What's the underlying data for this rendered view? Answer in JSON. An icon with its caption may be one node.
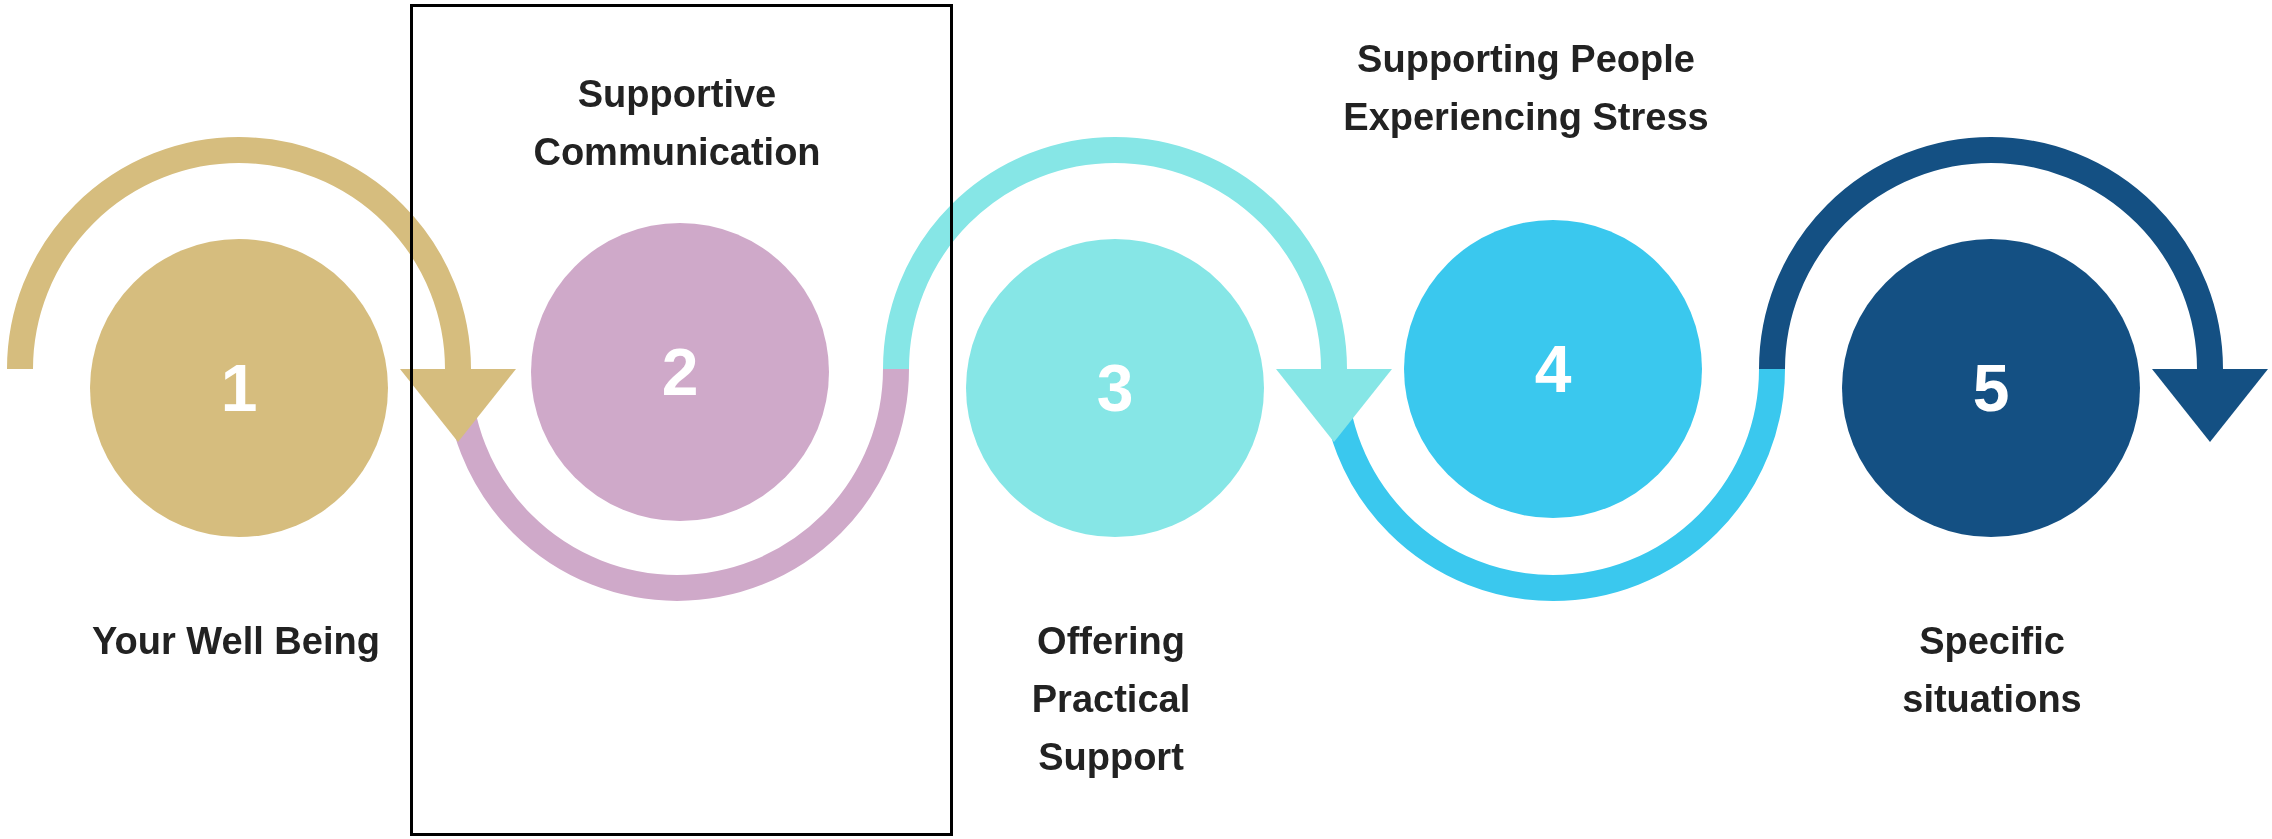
{
  "diagram": {
    "nodes": [
      {
        "text": [],
        "shape": "box"
      },
      {
        "text": [
          "1"
        ],
        "beside": [
          "Your Well Being"
        ]
      },
      {
        "text": [
          "2"
        ],
        "beside": [
          "Supportive Communication"
        ],
        "in": 0
      },
      {
        "text": [
          "3"
        ],
        "beside": [
          "Offering Practical Support"
        ]
      },
      {
        "text": [
          "4"
        ],
        "beside": [
          "Supporting People Experiencing Stress"
        ]
      },
      {
        "text": [
          "5"
        ],
        "beside": [
          "Specific situations"
        ]
      }
    ],
    "edges": [
      {
        "from": null,
        "to": 2,
        "arrow": "to",
        "color": "#d6bd7e"
      },
      {
        "from": 2,
        "to": 4,
        "arrow": "to",
        "color": "#86e6e6"
      },
      {
        "from": 4,
        "to": 5,
        "arrow": "to",
        "color": "#145083"
      }
    ]
  }
}
